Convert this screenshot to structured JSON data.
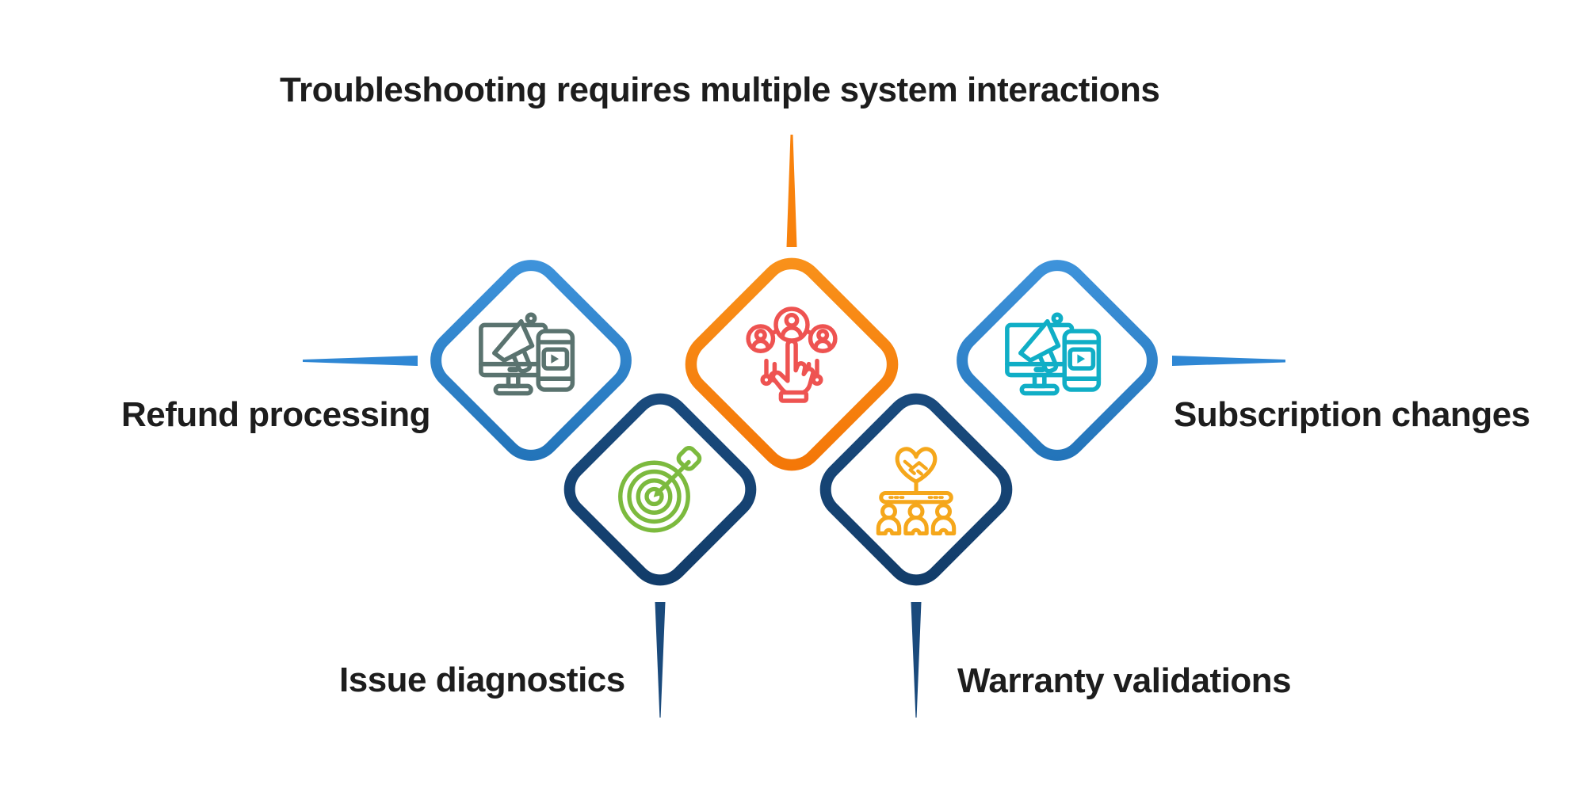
{
  "background_color": "#ffffff",
  "text_color": "#1d1d1d",
  "nodes": [
    {
      "label": "Refund processing",
      "icon": "desktop-megaphone-phone-icon",
      "border_color": "#2e86d2",
      "icon_color": "#5a736f",
      "connector": "horizontal-left"
    },
    {
      "label": "Troubleshooting requires multiple system interactions",
      "icon": "user-selection-hand-icon",
      "border_color": "#f8820d",
      "icon_color": "#ee5351",
      "connector": "vertical-top"
    },
    {
      "label": "Issue diagnostics",
      "icon": "target-dart-icon",
      "border_color": "#164573",
      "icon_color": "#7cba3e",
      "connector": "vertical-bottom"
    },
    {
      "label": "Warranty validations",
      "icon": "handshake-team-icon",
      "border_color": "#164573",
      "icon_color": "#f5a71b",
      "connector": "vertical-bottom"
    },
    {
      "label": "Subscription changes",
      "icon": "desktop-megaphone-phone-icon",
      "border_color": "#2e86d2",
      "icon_color": "#10aec6",
      "connector": "horizontal-right"
    }
  ]
}
